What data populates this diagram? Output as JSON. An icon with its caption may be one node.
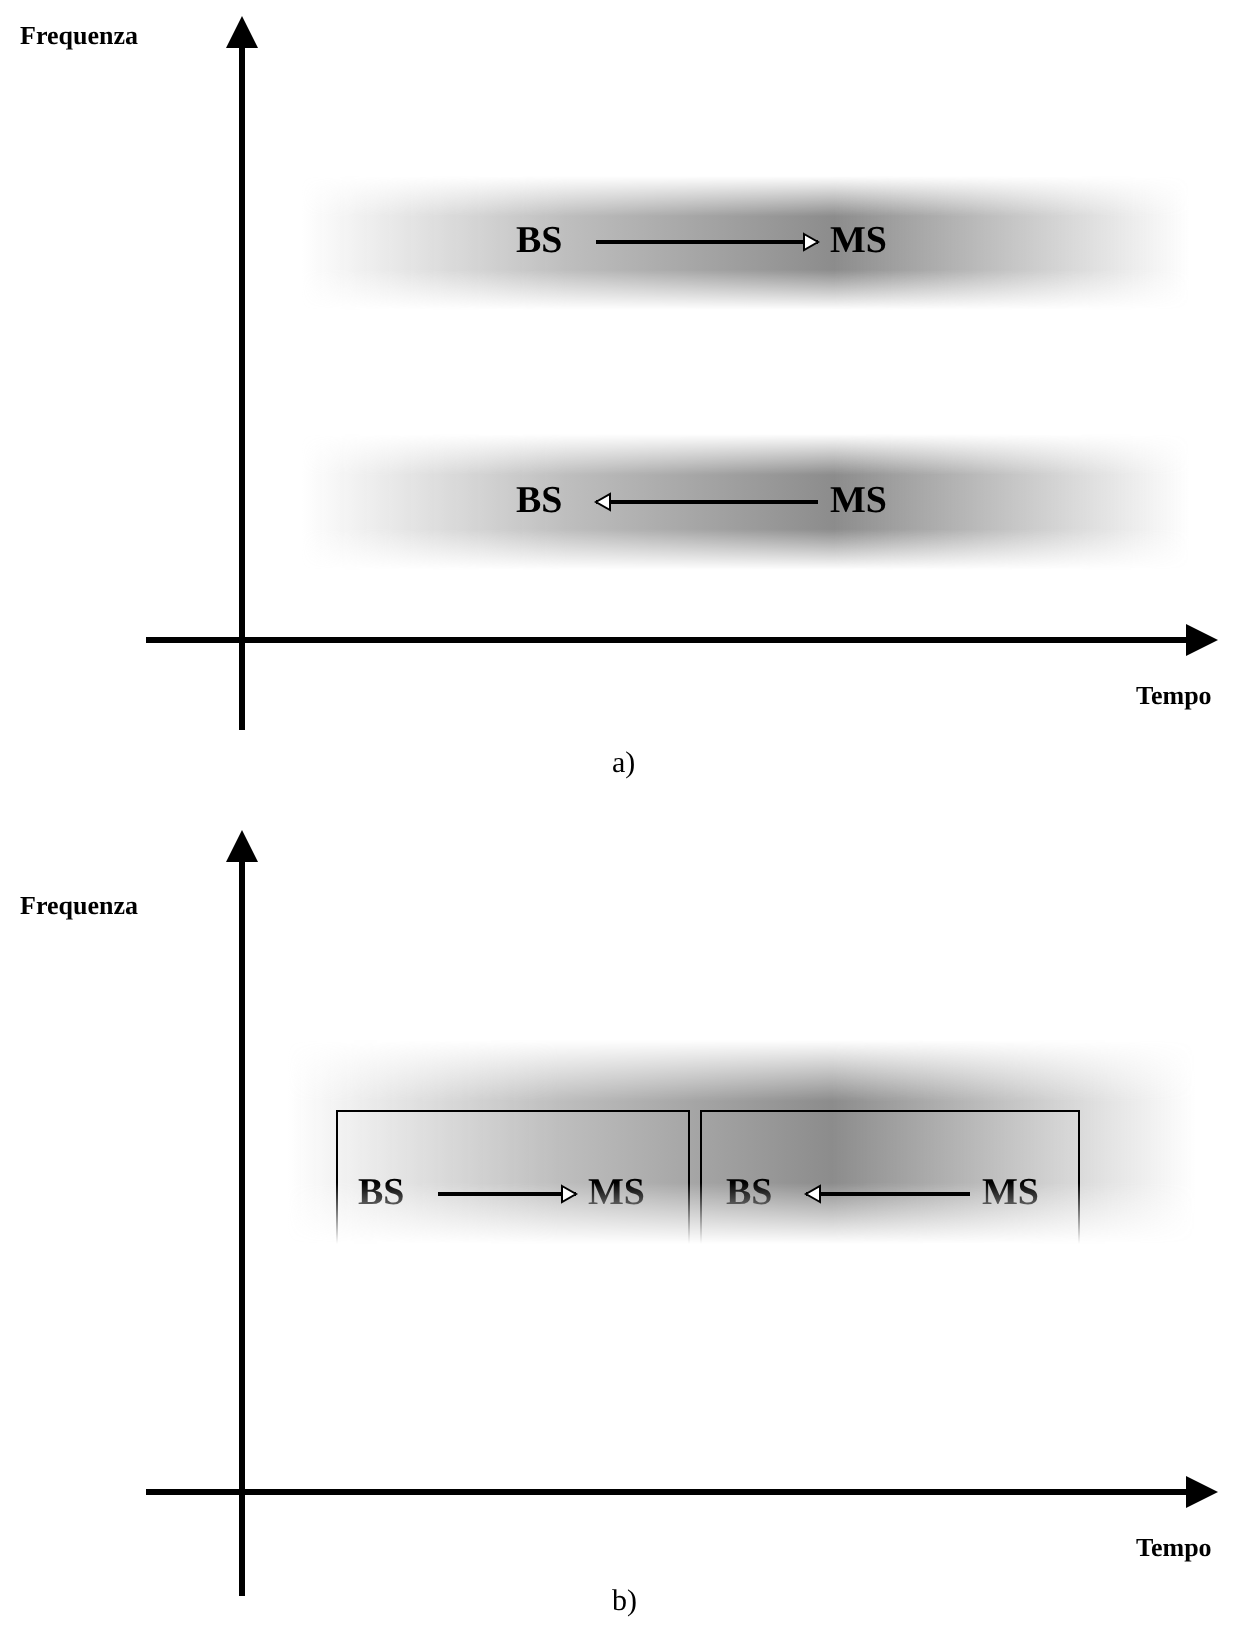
{
  "diagram": {
    "nodes": [
      {
        "text": [],
        "shape": "bar"
      },
      {
        "text": [
          "BS"
        ],
        "in": 0
      },
      {
        "text": [
          "MS"
        ],
        "in": 0
      },
      {
        "text": [],
        "shape": "bar"
      },
      {
        "text": [
          "BS"
        ],
        "in": 3
      },
      {
        "text": [
          "MS"
        ],
        "in": 3
      },
      {
        "text": [],
        "shape": "bar"
      },
      {
        "text": [],
        "shape": "box",
        "in": 6
      },
      {
        "text": [
          "BS"
        ],
        "in": 7
      },
      {
        "text": [
          "MS"
        ],
        "in": 7
      },
      {
        "text": [],
        "shape": "box",
        "in": 6
      },
      {
        "text": [
          "BS"
        ],
        "in": 10
      },
      {
        "text": [
          "MS"
        ],
        "in": 10
      }
    ],
    "edges": [
      {
        "from": 1,
        "to": 2,
        "arrow": "to"
      },
      {
        "from": 5,
        "to": 4,
        "arrow": "to"
      },
      {
        "from": 8,
        "to": 9,
        "arrow": "to"
      },
      {
        "from": 12,
        "to": 11,
        "arrow": "to"
      }
    ],
    "labels": [
      "Frequenza",
      "Tempo",
      "a)",
      "Frequenza",
      "Tempo",
      "b)"
    ]
  }
}
